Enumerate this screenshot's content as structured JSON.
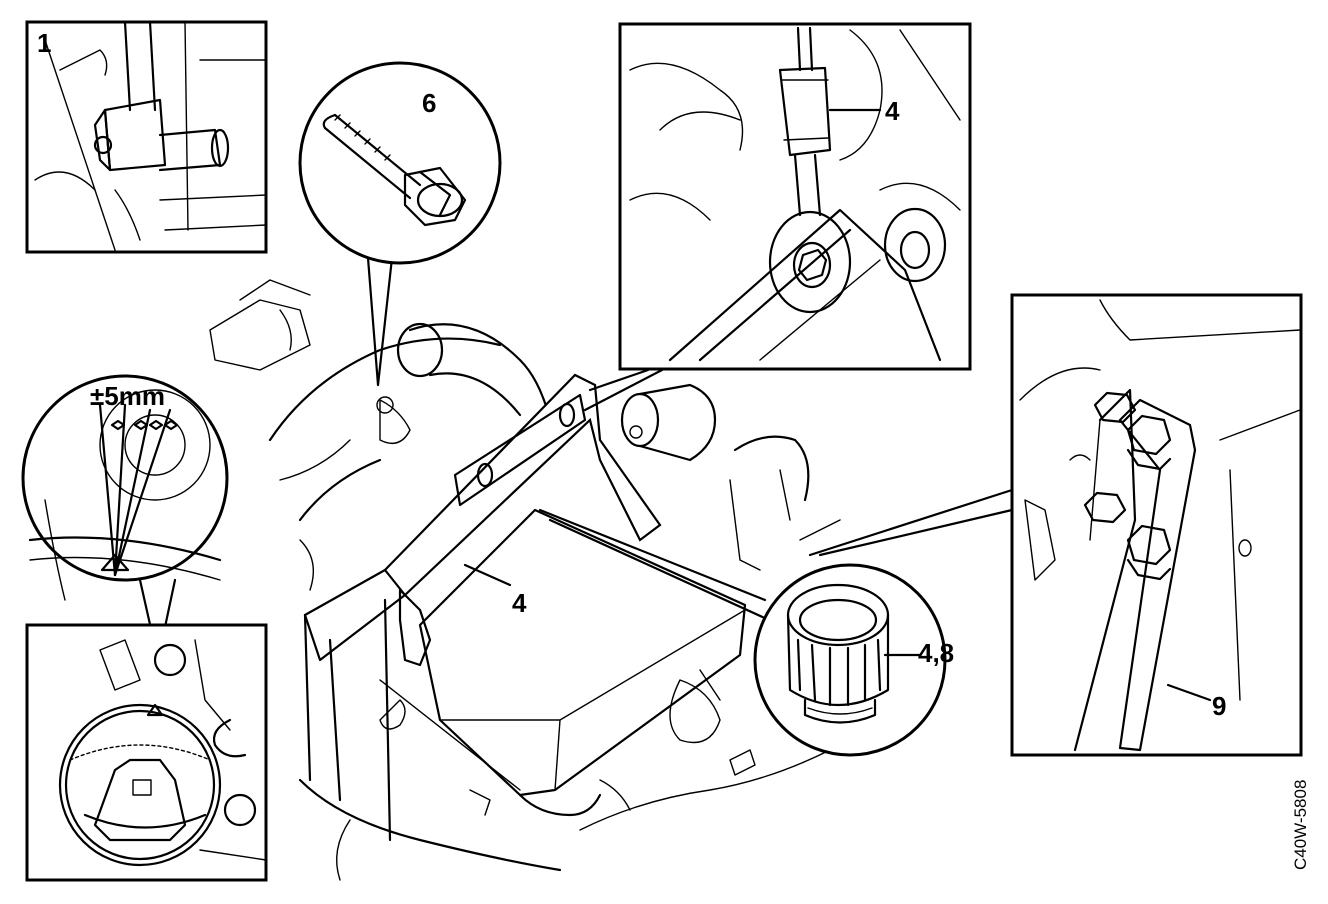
{
  "labels": {
    "inset_1": "1",
    "bolt_6": "6",
    "hose_4": "4",
    "frame_4": "4",
    "cap_4_8": "4,8",
    "plate_9": "9",
    "tolerance": "±5mm"
  },
  "drawing_code": "C40W-5808"
}
